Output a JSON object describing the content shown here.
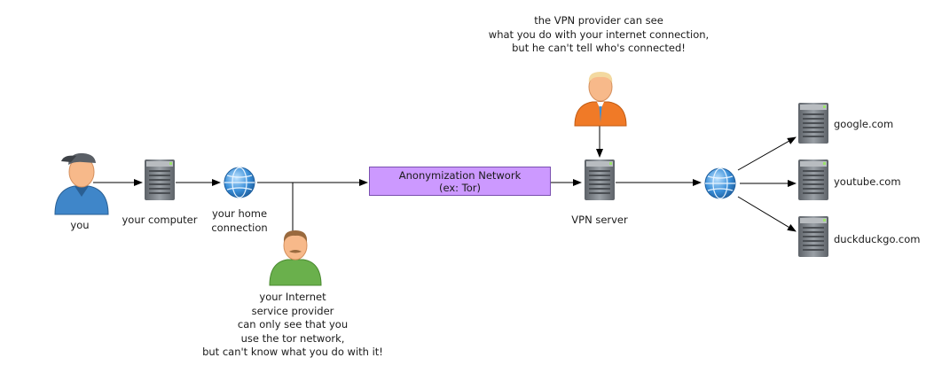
{
  "nodes": {
    "you": "you",
    "computer": "your computer",
    "home_connection": [
      "your home",
      "connection"
    ],
    "isp": [
      "your Internet",
      "service provider",
      "can only see that you",
      "use the tor network,",
      "but can't know what you do with it!"
    ],
    "anon_network": [
      "Anonymization Network",
      "(ex: Tor)"
    ],
    "vpn_provider": [
      "the VPN provider can see",
      "what you do with your internet connection,",
      "but he can't tell who's connected!"
    ],
    "vpn_server": "VPN server",
    "sites": [
      "google.com",
      "youtube.com",
      "duckduckgo.com"
    ]
  },
  "colors": {
    "anon_box_fill": "#cc99ff",
    "user_shirt": "#3f86c9",
    "isp_shirt": "#6ab04c",
    "vpn_shirt": "#f07a27",
    "server_body": "#7a7f85",
    "globe": "#3a8fd9"
  }
}
